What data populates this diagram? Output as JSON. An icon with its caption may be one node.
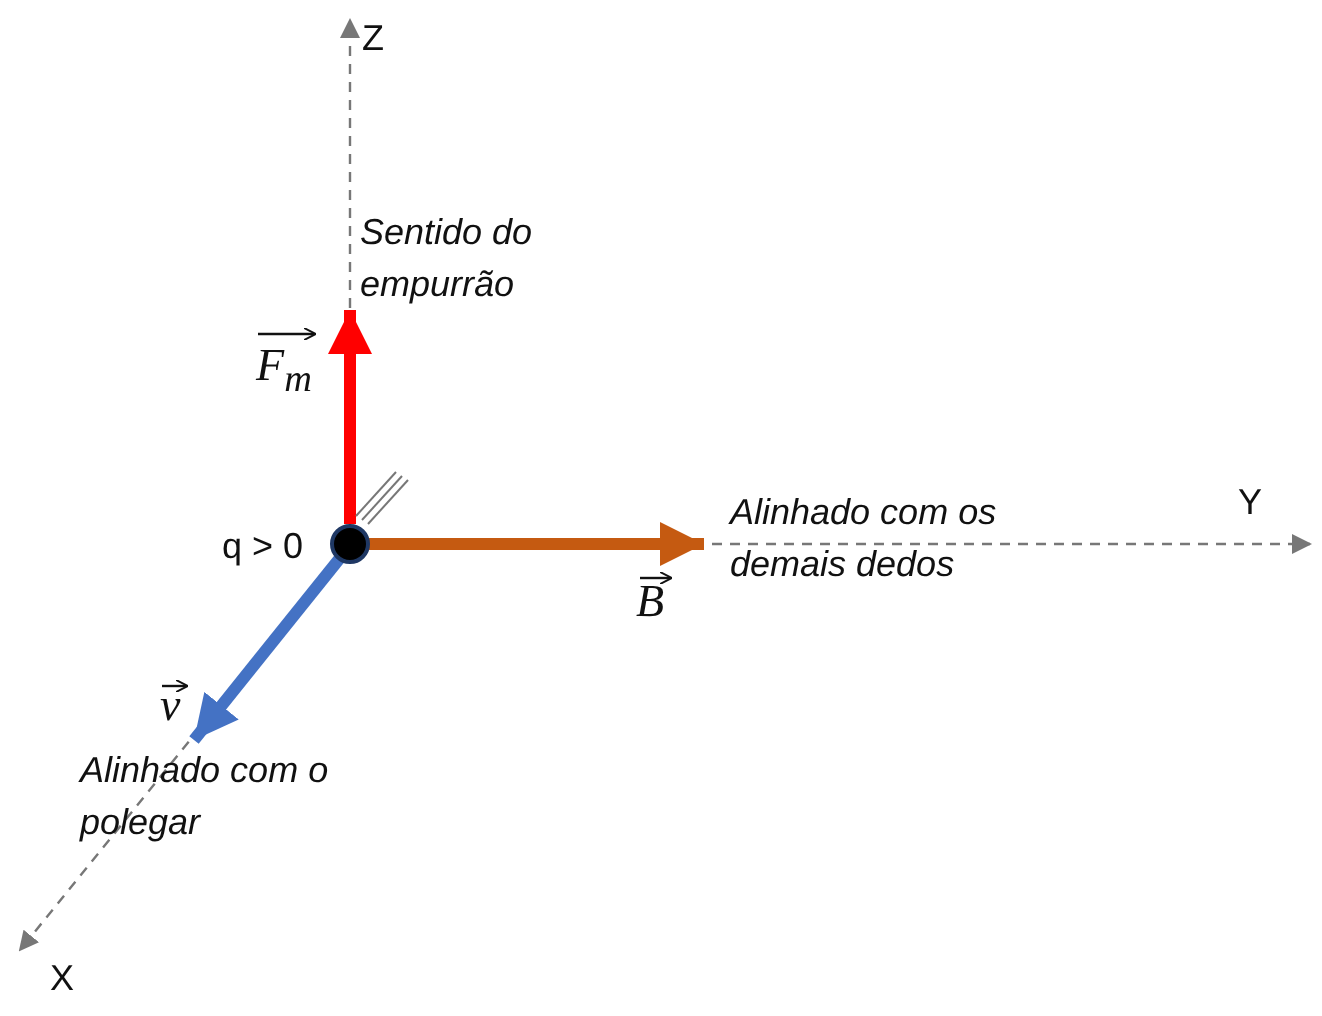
{
  "diagram": {
    "labels": [
      "Z",
      "Sentido do empurrão",
      "F$_{m}$",
      "Alinhado com os demais dedos",
      "Y",
      "q > 0",
      "B",
      "v",
      "Alinhado com o polegar",
      "X"
    ]
  }
}
